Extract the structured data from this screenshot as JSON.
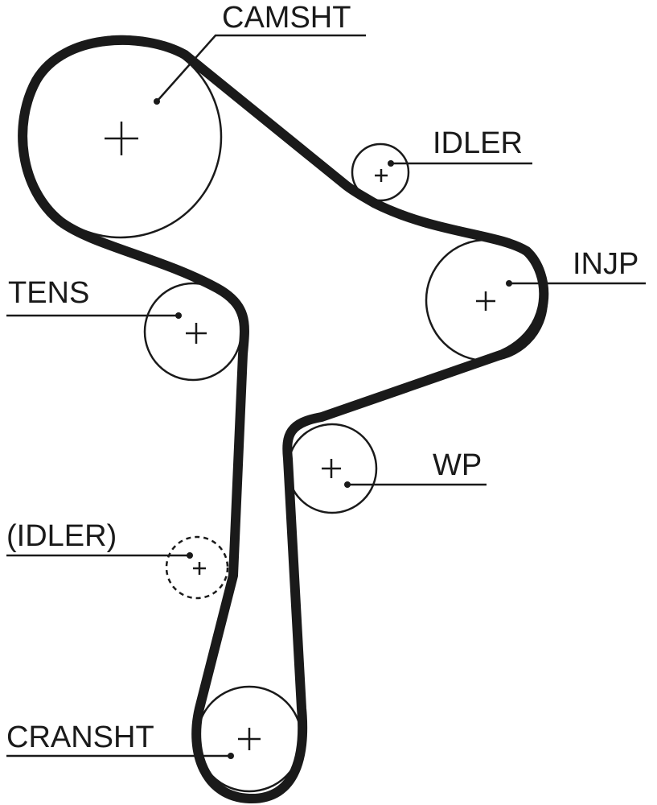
{
  "labels": {
    "camshaft": "CAMSHT",
    "idler_top": "IDLER",
    "injection_pump": "INJP",
    "tensioner": "TENS",
    "water_pump": "WP",
    "idler_optional": "(IDLER)",
    "crankshaft": "CRANSHT"
  },
  "colors": {
    "line": "#1a1a1a",
    "background": "#ffffff"
  }
}
